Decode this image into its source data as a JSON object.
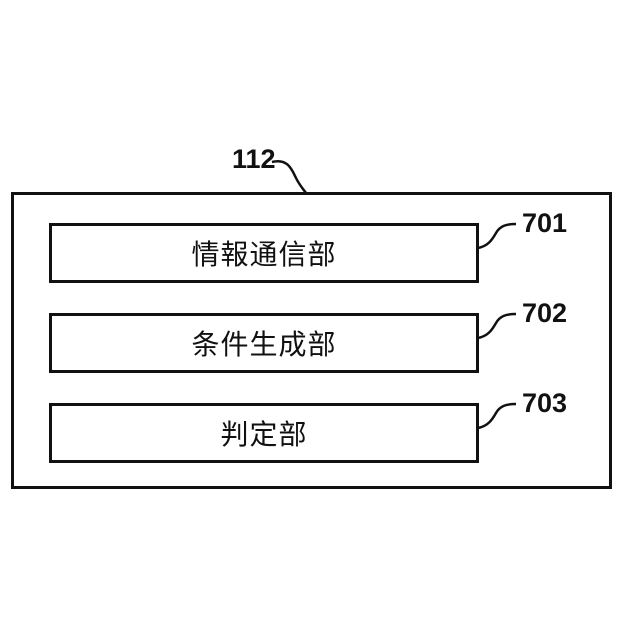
{
  "outer": {
    "ref": "112"
  },
  "units": [
    {
      "label": "情報通信部",
      "ref": "701"
    },
    {
      "label": "条件生成部",
      "ref": "702"
    },
    {
      "label": "判定部",
      "ref": "703"
    }
  ]
}
